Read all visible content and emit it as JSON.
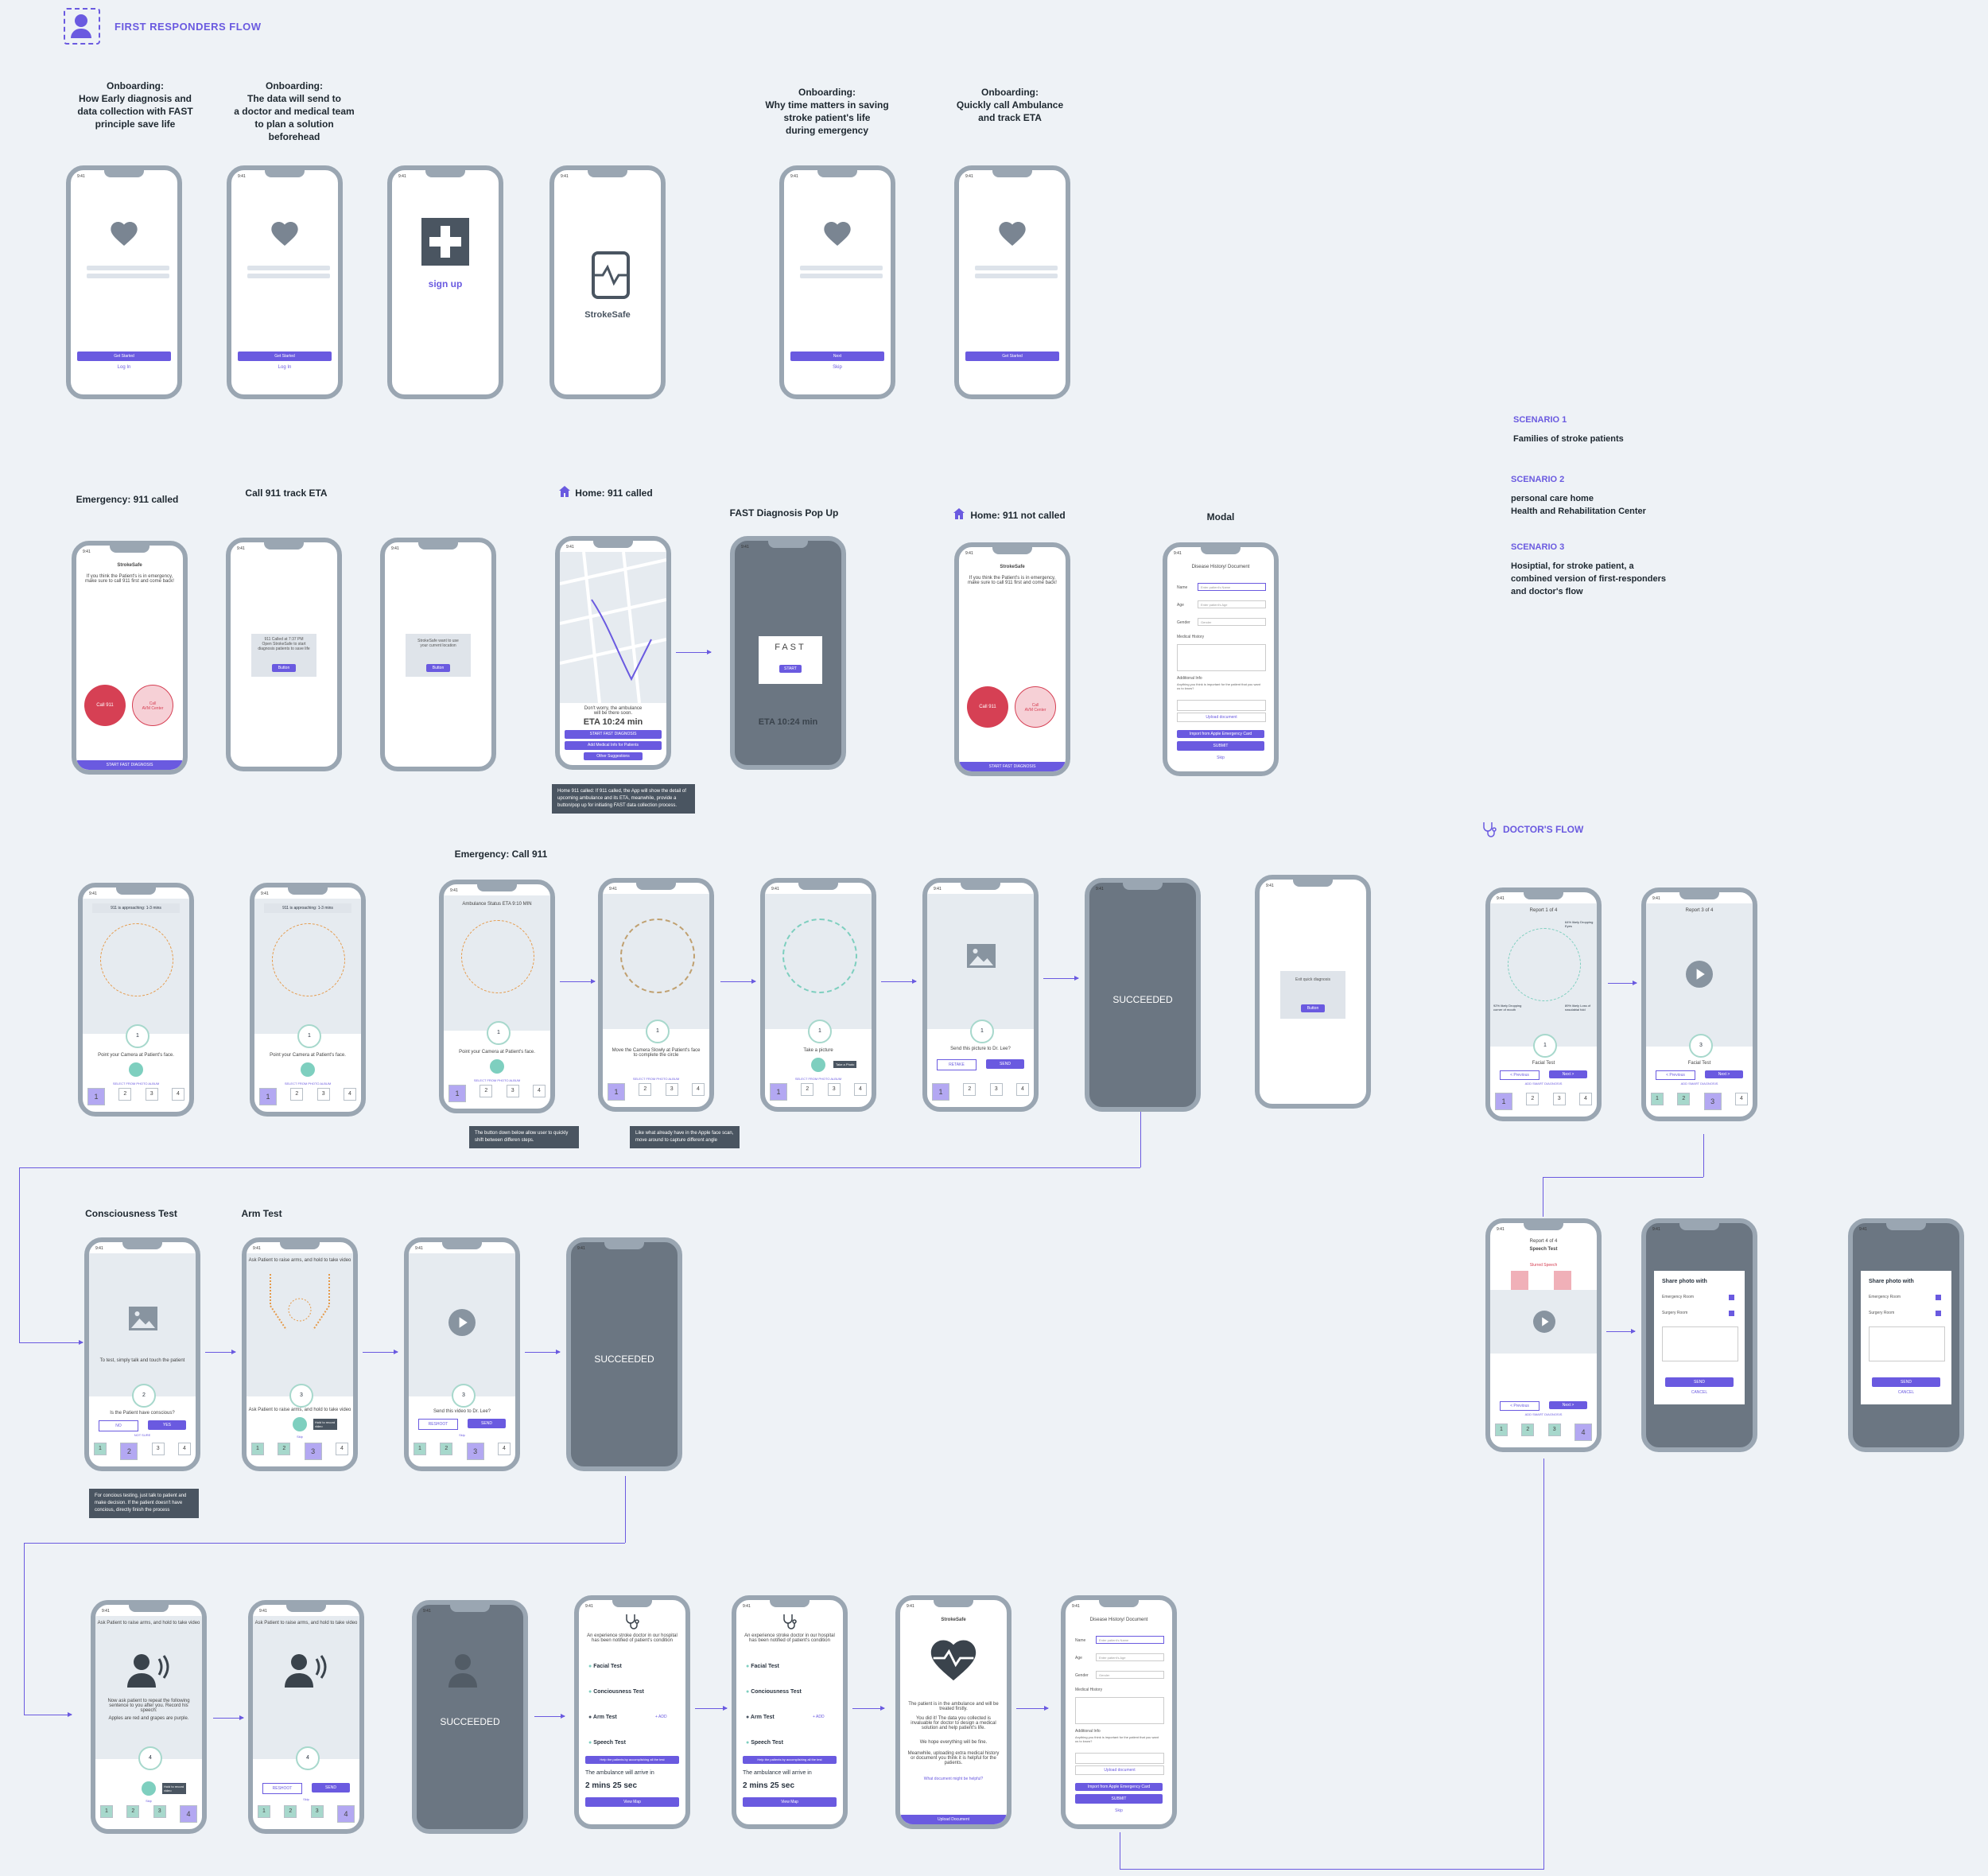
{
  "header": {
    "title": "FIRST RESPONDERS FLOW"
  },
  "doctor_header": {
    "title": "DOCTOR'S FLOW"
  },
  "onboarding": [
    {
      "label": "Onboarding:\nHow Early diagnosis and\ndata collection with FAST\nprinciple save life",
      "primary": "Get Started",
      "secondary": "Log In"
    },
    {
      "label": "Onboarding:\nThe data will send to\na doctor and medical team\nto plan a solution beforehead",
      "primary": "Get Started",
      "secondary": "Log In"
    },
    {
      "label": "",
      "signup": "sign up"
    },
    {
      "label": "",
      "brand": "StrokeSafe"
    },
    {
      "label": "Onboarding:\nWhy time matters in saving\nstroke patient's life\nduring emergency",
      "primary": "Next",
      "secondary": "Skip"
    },
    {
      "label": "Onboarding:\nQuickly call Ambulance\nand track ETA",
      "primary": "Get Started"
    }
  ],
  "scenarios": [
    {
      "title": "SCENARIO 1",
      "desc": "Families of stroke patients"
    },
    {
      "title": "SCENARIO 2",
      "desc": "personal care home\nHealth and Rehabilitation Center"
    },
    {
      "title": "SCENARIO 3",
      "desc": "Hosiptial, for stroke patient, a\ncombined version of first-responders\nand doctor's flow"
    }
  ],
  "row2": {
    "emergency_title": "Emergency: 911 called",
    "track_title": "Call 911 track ETA",
    "home_called_title": "Home: 911 called",
    "fast_popup_title": "FAST Diagnosis Pop Up",
    "home_not_called_title": "Home: 911 not called",
    "modal_title": "Modal",
    "brand": "StrokeSafe",
    "emergency_text": "If you think the Patient's is in emergency, make sure to call 911 first and come back!",
    "call911": "Call 911",
    "callavm": "Call\nAVM Center",
    "start_fast": "START FAST DIAGNOSIS",
    "eta_card": "911 Called at 7:37 PM\nOpen StrokeSafe to start\ndiagnosis patients to save life",
    "location_card": "StrokeSafe want to use\nyour current location",
    "button": "Button",
    "eta_label": "ETA 10:24 min",
    "ambulance_text": "Don't worry, the ambulance\nwill be there soon.",
    "start_fast_btn": "START FAST DIAGNOSIS",
    "add_medical": "Add Medical Info for Patients",
    "other_sugg": "Other Suggestions",
    "fast": "FAST",
    "start": "START",
    "note": "Home 911 called: If 911 called, the App will show the detail of upcoming ambulance and its ETA, meanwhile, provide a button/pop up for initiating FAST data collection process.",
    "modal": {
      "title": "Disease History/ Document",
      "name": "Name",
      "age": "Age",
      "gender": "Gender",
      "medical": "Medical History",
      "additional": "Additional Info",
      "additional_sub": "Anything you think is important for the patient that you want us to know?",
      "upload": "Upload document",
      "import": "Import from Apple Emergency Card",
      "submit": "SUBMIT",
      "skip": "Skip",
      "name_ph": "Enter patient's Name",
      "age_ph": "Enter patient's Age",
      "gender_ph": "Gender"
    }
  },
  "row3": {
    "title": "Emergency: Call 911",
    "approaching": "911 is approaching: 1-3 mins",
    "ambulance_status": "Ambulance Status ETA 9:10 MIN",
    "point_camera": "Point your Camera at Patient's face.",
    "move_camera": "Move the Camera Slowly at Patient's face\nto complete the circle",
    "take_picture": "Take a picture",
    "take_photo": "Take a Photo",
    "send_picture": "Send this picture to Dr. Lee?",
    "select_album": "SELECT FROM PHOTO ALBUM",
    "retake": "RETAKE",
    "send": "SEND",
    "succeeded": "SUCCEEDED",
    "exit_card": "Exit quick diagnosis",
    "button": "Button",
    "note1": "The button down below allow user to quickly shift between differen steps.",
    "note2": "Like what already have in the Apple face scan, move around to capture different angle"
  },
  "doctor": {
    "report1": "Report 1 of 4",
    "report3": "Report 3 of 4",
    "report4": "Report 4 of 4",
    "speech": "Speech Test",
    "slurred": "Slurred Speech",
    "facial": "Facial Test",
    "prev": "< Previous",
    "next": "Next >",
    "add_diag": "ADD SMART DIAGNOSIS",
    "stat1": "64% likely Dropping Eyes",
    "stat2": "92% likely Dropping corner of mouth",
    "stat3": "89% likely Loss of nasolabial fold",
    "share_title": "Share photo with",
    "er": "Emergency Room",
    "sr": "Surgery Room",
    "send": "SEND",
    "cancel": "CANCEL"
  },
  "row4": {
    "consciousness_title": "Consciousness Test",
    "arm_title": "Arm Test",
    "talk_touch": "To test, simply talk and touch the patient",
    "conscious_q": "Is the Patient have conscious?",
    "no": "NO",
    "yes": "YES",
    "not_sure": "NOT SURE",
    "arm_instr": "Ask Patient to raise arms, and hold to take video",
    "hold_record": "Hold to record video",
    "send_video": "Send this video to Dr. Lee?",
    "reshoot": "RESHOOT",
    "send": "SEND",
    "skip": "Skip",
    "succeeded": "SUCCEEDED",
    "note": "For concious testing, just talk to patient and make decision. If the patient doesn't have concious, directly finish the process"
  },
  "row5": {
    "speech_instr": "Ask Patient to raise arms, and hold to take video",
    "repeat": "Now ask patient to repeat the following sentence to you after you. Record his speech:",
    "sentence": "Apples are red and grapes are purple.",
    "hold_record": "Hold to record video",
    "reshoot": "RESHOOT",
    "send": "SEND",
    "skip": "Skip",
    "succeeded": "SUCCEEDED",
    "notified": "An experience stroke doctor in our hospital has been notified of patient's condition",
    "facial": "Facial Test",
    "conscious": "Conciousness Test",
    "arm": "Arm Test",
    "add": "+ ADD",
    "speech": "Speech Test",
    "help": "Help the patients by accomplishing all the test",
    "arrive": "The ambulance will arrive in",
    "mins": "2 mins 25 sec",
    "view_map": "View Map",
    "brand": "StrokeSafe",
    "treated": "The patient is in the ambulance and will be treated firstly.",
    "valuable": "You did it! The data you collected is invaluable for doctor to design a medical solution and help patient's life.",
    "hope": "We hope everything will be fine.",
    "meanwhile": "Meanwhile, uploading extra medical history or document you think it is helpful for the patients.",
    "what_doc": "What document might be helpful?",
    "upload_doc": "Upload Document"
  },
  "colors": {
    "accent": "#6a5ae0",
    "red": "#d64054",
    "teal": "#7ecfbf",
    "frame": "#9aa6b2",
    "bg": "#eef2f6"
  }
}
